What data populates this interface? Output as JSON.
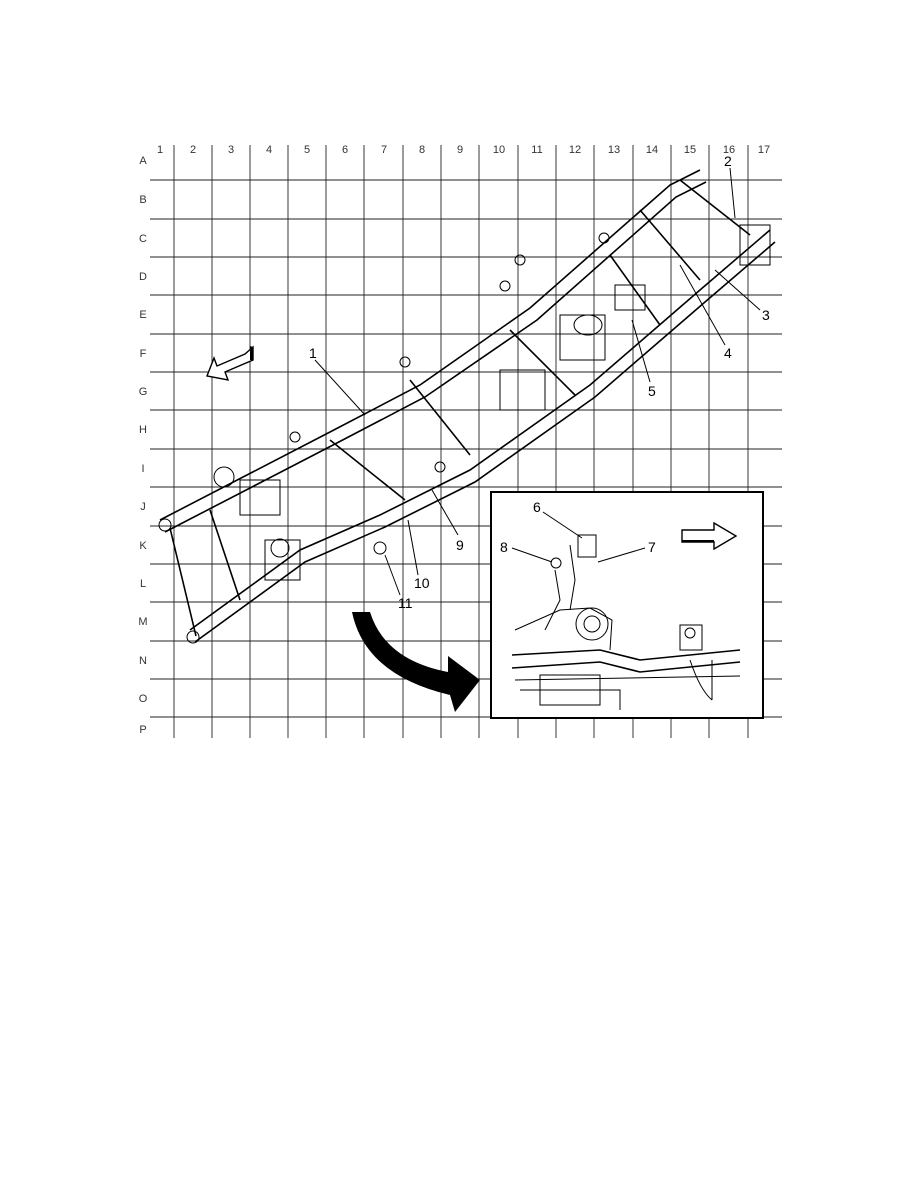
{
  "grid": {
    "columns": [
      "1",
      "2",
      "3",
      "4",
      "5",
      "6",
      "7",
      "8",
      "9",
      "10",
      "11",
      "12",
      "13",
      "14",
      "15",
      "16",
      "17"
    ],
    "rows": [
      "A",
      "B",
      "C",
      "D",
      "E",
      "F",
      "G",
      "H",
      "I",
      "J",
      "K",
      "L",
      "M",
      "N",
      "O",
      "P"
    ]
  },
  "callouts": [
    "1",
    "2",
    "3",
    "4",
    "5",
    "6",
    "7",
    "8",
    "9",
    "10",
    "11"
  ],
  "icons": {
    "main_direction": "front-direction-arrow-icon",
    "inset_direction": "front-direction-arrow-icon",
    "transition": "curved-arrow-icon"
  },
  "colors": {
    "line": "#000000",
    "background": "#ffffff"
  }
}
